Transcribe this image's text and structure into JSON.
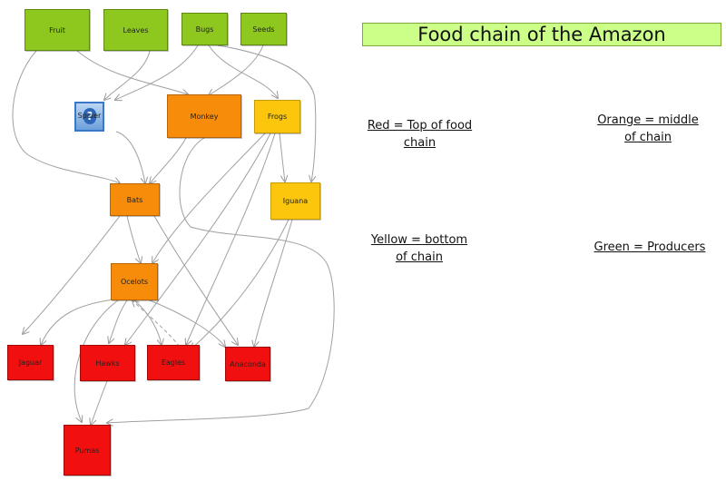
{
  "title": "Food chain of the Amazon",
  "nodes": {
    "fruit": {
      "label": "Fruit",
      "color": "#8ec81e"
    },
    "leaves": {
      "label": "Leaves",
      "color": "#8ec81e"
    },
    "bugs": {
      "label": "Bugs",
      "color": "#8ec81e"
    },
    "seeds": {
      "label": "Seeds",
      "color": "#8ec81e"
    },
    "spider": {
      "label": "Spider",
      "icon": "question-mark-icon"
    },
    "monkey": {
      "label": "Monkey",
      "color": "#f78c0a"
    },
    "frogs": {
      "label": "Frogs",
      "color": "#fbc60b"
    },
    "bats": {
      "label": "Bats",
      "color": "#f78c0a"
    },
    "iguana": {
      "label": "Iguana",
      "color": "#fbc60b"
    },
    "ocelots": {
      "label": "Ocelots",
      "color": "#f78c0a"
    },
    "jaguar": {
      "label": "Jaguar",
      "color": "#f20f0f"
    },
    "hawks": {
      "label": "Hawks",
      "color": "#f20f0f"
    },
    "eagles": {
      "label": "Eagles",
      "color": "#f20f0f"
    },
    "anaconda": {
      "label": "Anaconda",
      "color": "#f20f0f"
    },
    "pumas": {
      "label": "Pumas",
      "color": "#f20f0f"
    }
  },
  "edges": [
    [
      "fruit",
      "bats"
    ],
    [
      "fruit",
      "monkey"
    ],
    [
      "leaves",
      "spider"
    ],
    [
      "bugs",
      "spider"
    ],
    [
      "bugs",
      "frogs"
    ],
    [
      "seeds",
      "monkey"
    ],
    [
      "bugs",
      "iguana"
    ],
    [
      "spider",
      "bats"
    ],
    [
      "monkey",
      "bats"
    ],
    [
      "monkey",
      "pumas"
    ],
    [
      "frogs",
      "iguana"
    ],
    [
      "frogs",
      "ocelots"
    ],
    [
      "frogs",
      "hawks"
    ],
    [
      "frogs",
      "eagles"
    ],
    [
      "bats",
      "jaguar"
    ],
    [
      "bats",
      "ocelots"
    ],
    [
      "bats",
      "anaconda"
    ],
    [
      "iguana",
      "eagles"
    ],
    [
      "iguana",
      "anaconda"
    ],
    [
      "ocelots",
      "jaguar"
    ],
    [
      "ocelots",
      "hawks"
    ],
    [
      "ocelots",
      "eagles"
    ],
    [
      "ocelots",
      "anaconda"
    ],
    [
      "ocelots",
      "pumas"
    ],
    [
      "hawks",
      "pumas"
    ],
    [
      "eagles",
      "ocelots"
    ]
  ],
  "legend": {
    "red": [
      "Red = Top of food",
      "chain"
    ],
    "orange": [
      "Orange = middle",
      "of chain"
    ],
    "yellow": [
      "Yellow = bottom",
      "of chain"
    ],
    "green": [
      "Green = Producers"
    ]
  }
}
